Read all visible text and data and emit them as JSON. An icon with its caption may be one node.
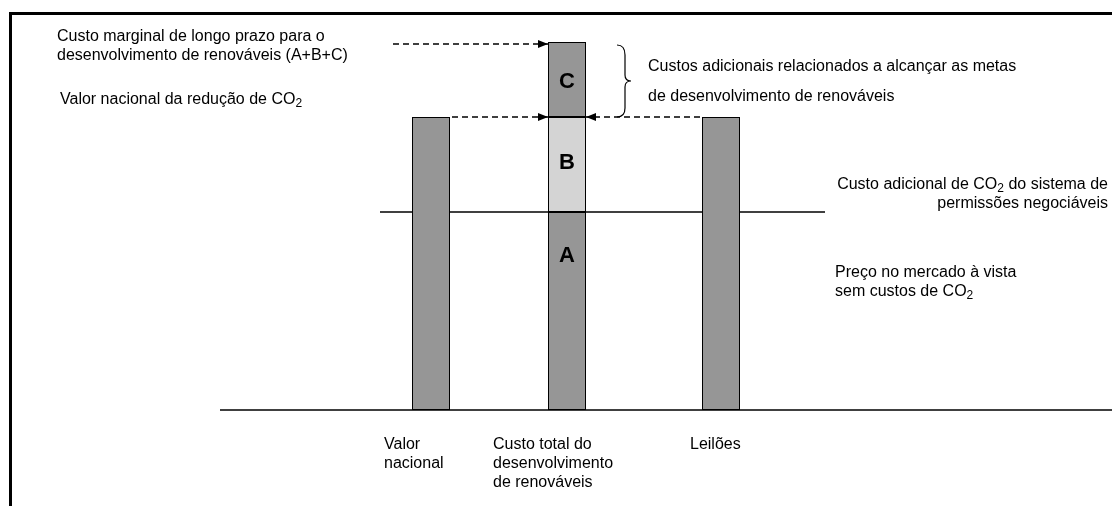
{
  "diagram": {
    "nodes": [
      {
        "text": [
          "Custo marginal de longo prazo para o desenvolvimento de renováveis (A+B+C)"
        ]
      },
      {
        "text": [
          "C"
        ]
      },
      {
        "text": [
          "B"
        ]
      },
      {
        "text": [
          "A"
        ]
      },
      {
        "text": [],
        "shape": "bar"
      },
      {
        "text": [],
        "shape": "bar"
      }
    ],
    "edges": [
      {
        "from": 0,
        "to": 1,
        "arrow": "to",
        "style": "dashed"
      },
      {
        "from": 4,
        "to": 2,
        "arrow": "to",
        "style": "dashed"
      },
      {
        "from": 5,
        "to": 2,
        "arrow": "to",
        "style": "dashed"
      }
    ],
    "labels": [
      "Valor nacional da redução de CO$_{2}$",
      "Custos adicionais relacionados a alcançar as metas de desenvolvimento de renováveis",
      "Custo adicional de CO$_{2}$ do sistema de permissões negociáveis",
      "Preço no mercado à vista sem custos de CO$_{2}$",
      "Valor nacional",
      "Custo total do desenvolvimento de renováveis",
      "Leilões"
    ]
  }
}
